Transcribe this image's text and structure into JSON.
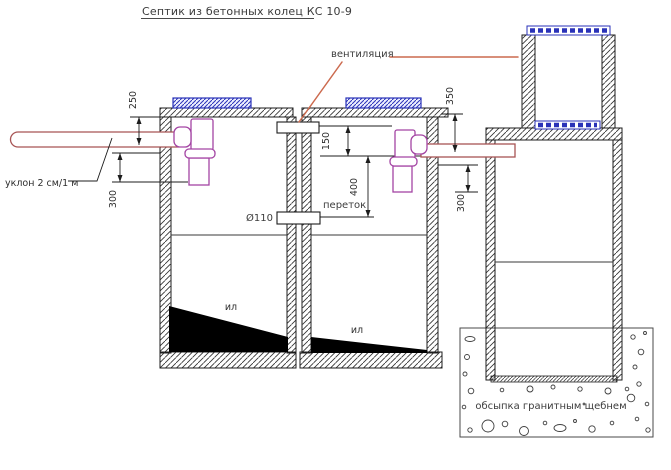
{
  "title": "Септик из бетонных колец КС 10-9",
  "labels": {
    "ventilation": "вентиляция",
    "slope": "уклон 2 см/1 м",
    "overflow": "переток",
    "pipe_diameter": "Ø110",
    "sludge_left": "ил",
    "sludge_right": "ил",
    "gravel": "обсыпка гранитным щебнем"
  },
  "dimensions": {
    "inlet_cover_offset": "250",
    "inlet_tee_drop": "300",
    "vent_gap": "150",
    "overflow_drop": "400",
    "outlet_cover_offset": "350",
    "outlet_tee_drop": "300"
  },
  "colors": {
    "ink": "#1c1c1c",
    "cover_blue": "#2a32b8",
    "pipe_red": "#a85555",
    "leader_red": "#cc6a4e",
    "fitting_magenta": "#a344a3"
  }
}
